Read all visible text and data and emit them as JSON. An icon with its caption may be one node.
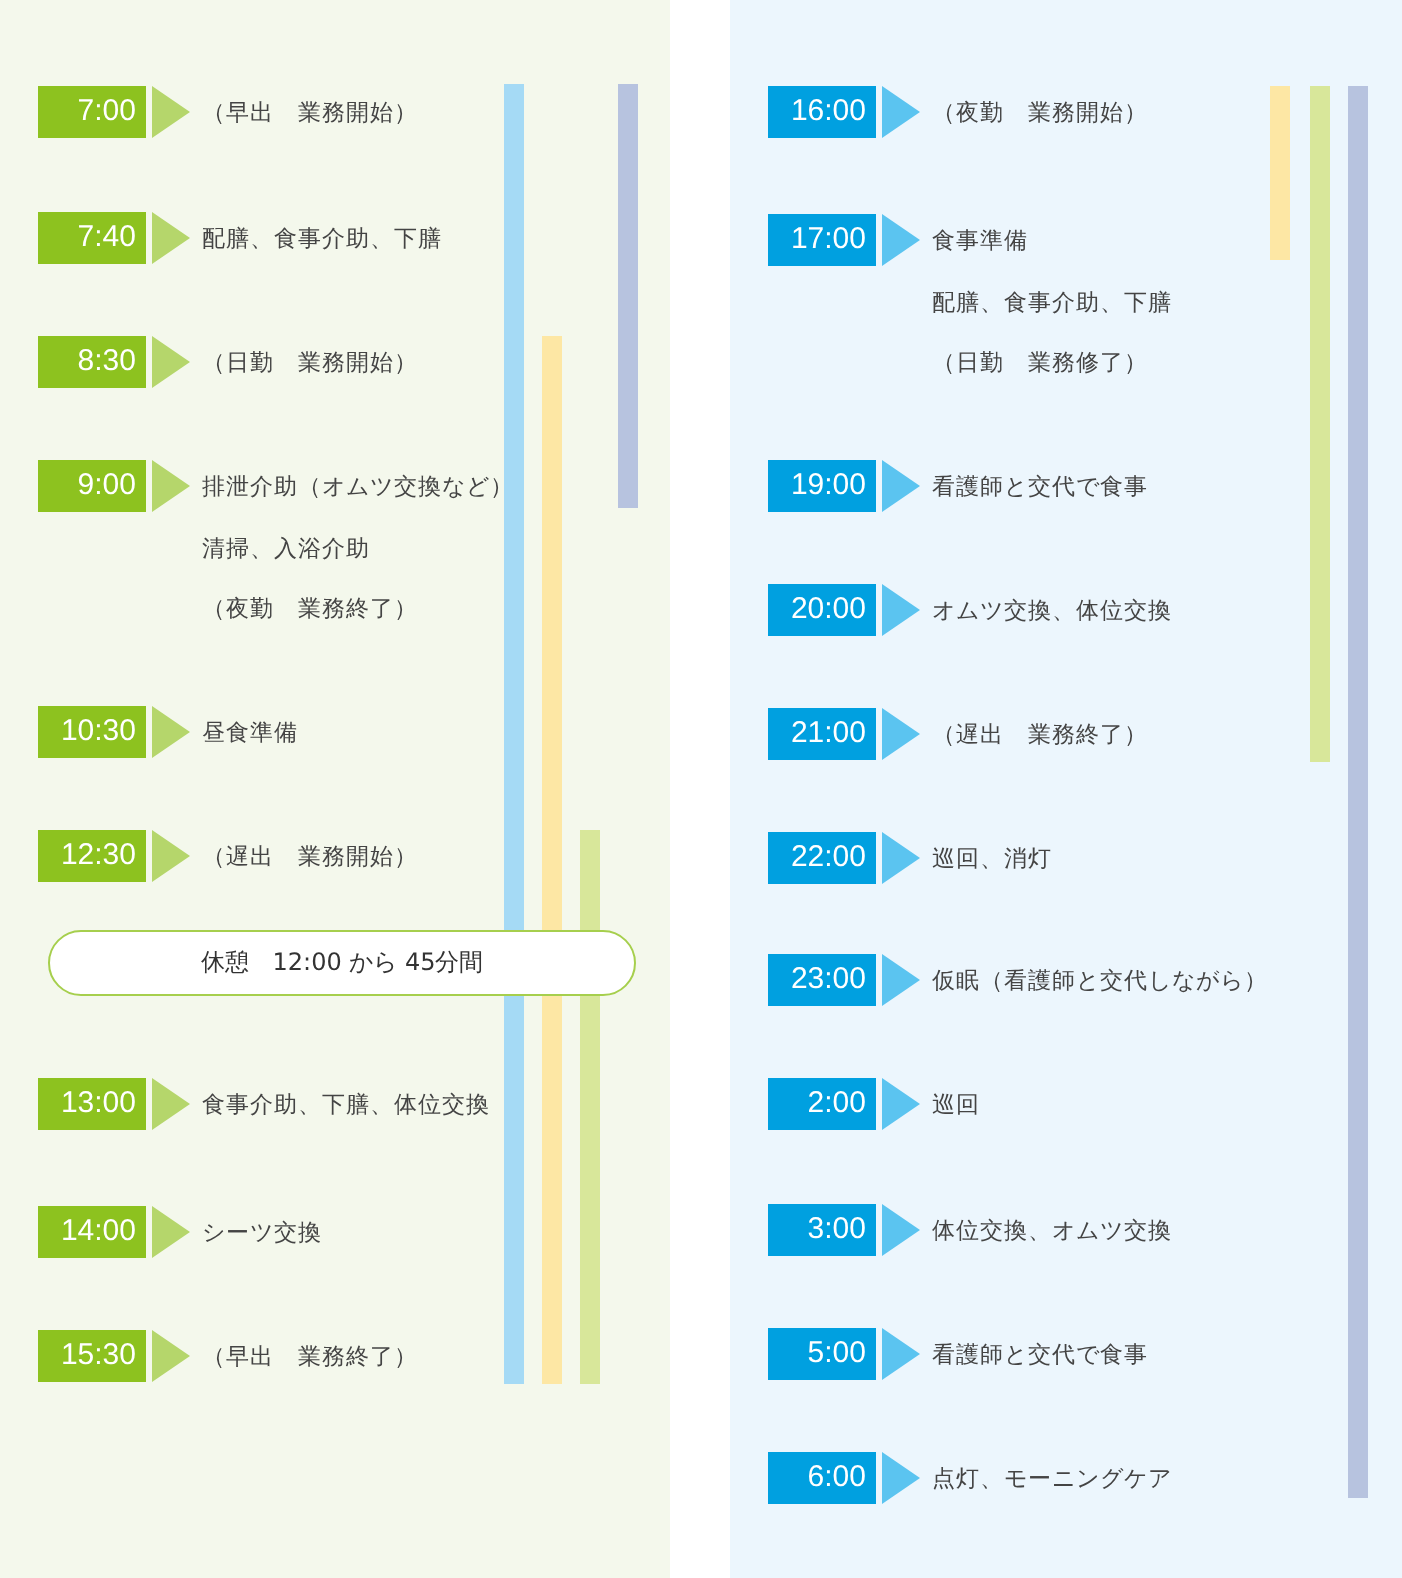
{
  "diagram": {
    "nodes": [
      {
        "text": [
          "7:00"
        ],
        "beside": [
          "（早出　業務開始）"
        ]
      },
      {
        "text": [
          "7:40"
        ],
        "beside": [
          "配膳、食事介助、下膳"
        ]
      },
      {
        "text": [
          "8:30"
        ],
        "beside": [
          "（日勤　業務開始）"
        ]
      },
      {
        "text": [
          "9:00"
        ],
        "beside": [
          "排泄介助（オムツ交換など）",
          "清掃、入浴介助",
          "（夜勤　業務終了）"
        ]
      },
      {
        "text": [
          "10:30"
        ],
        "beside": [
          "昼食準備"
        ]
      },
      {
        "text": [
          "12:30"
        ],
        "beside": [
          "（遅出　業務開始）"
        ]
      },
      {
        "text": [
          "休憩　12:00 から 45分間"
        ]
      },
      {
        "text": [
          "13:00"
        ],
        "beside": [
          "食事介助、下膳、体位交換"
        ]
      },
      {
        "text": [
          "14:00"
        ],
        "beside": [
          "シーツ交換"
        ]
      },
      {
        "text": [
          "15:30"
        ],
        "beside": [
          "（早出　業務終了）"
        ]
      },
      {
        "text": [
          "16:00"
        ],
        "beside": [
          "（夜勤　業務開始）"
        ]
      },
      {
        "text": [
          "17:00"
        ],
        "beside": [
          "食事準備",
          "配膳、食事介助、下膳",
          "（日勤　業務修了）"
        ]
      },
      {
        "text": [
          "19:00"
        ],
        "beside": [
          "看護師と交代で食事"
        ]
      },
      {
        "text": [
          "20:00"
        ],
        "beside": [
          "オムツ交換、体位交換"
        ]
      },
      {
        "text": [
          "21:00"
        ],
        "beside": [
          "（遅出　業務終了）"
        ]
      },
      {
        "text": [
          "22:00"
        ],
        "beside": [
          "巡回、消灯"
        ]
      },
      {
        "text": [
          "23:00"
        ],
        "beside": [
          "仮眠（看護師と交代しながら）"
        ]
      },
      {
        "text": [
          "2:00"
        ],
        "beside": [
          "巡回"
        ]
      },
      {
        "text": [
          "3:00"
        ],
        "beside": [
          "体位交換、オムツ交換"
        ]
      },
      {
        "text": [
          "5:00"
        ],
        "beside": [
          "看護師と交代で食事"
        ]
      },
      {
        "text": [
          "6:00"
        ],
        "beside": [
          "点灯、モーニングケア"
        ]
      }
    ]
  }
}
